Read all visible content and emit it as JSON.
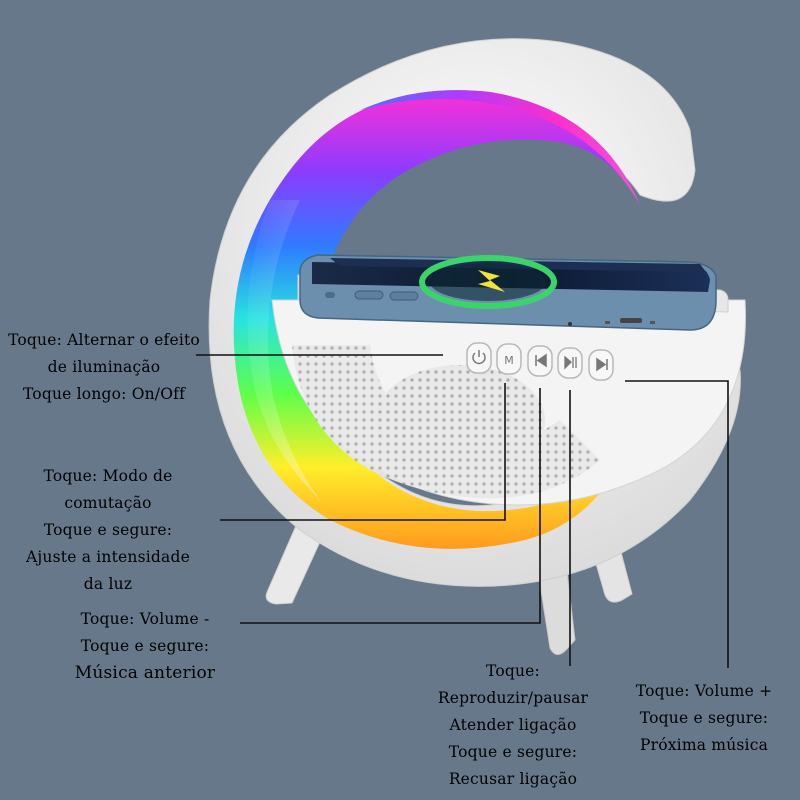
{
  "labels": {
    "lighting": {
      "line1": "Toque: Alternar o efeito",
      "line2": "de iluminação",
      "line3": "Toque longo: On/Off"
    },
    "mode": {
      "line1": "Toque: Modo de",
      "line2": "comutação",
      "line3": "Toque e segure:",
      "line4": "Ajuste a intensidade",
      "line5": "da luz"
    },
    "volume_down": {
      "line1": "Toque: Volume -",
      "line2": "Toque e segure:",
      "line3": "Música anterior"
    },
    "play_pause": {
      "line1": "Toque:",
      "line2": "Reproduzir/pausar",
      "line3": "Atender ligação",
      "line4": "Toque e segure:",
      "line5": "Recusar ligação"
    },
    "volume_up": {
      "line1": "Toque: Volume +",
      "line2": "Toque e segure:",
      "line3": "Próxima música"
    }
  },
  "colors": {
    "background": "#66788a",
    "device_body": "#f2f2f2",
    "phone_frame": "#6d8fae",
    "charging_icon": "#f2e23a",
    "charging_ring": "#3bd46a"
  },
  "icons": [
    "power-icon",
    "mode-icon",
    "previous-icon",
    "play-pause-icon",
    "next-icon",
    "lightning-icon"
  ]
}
